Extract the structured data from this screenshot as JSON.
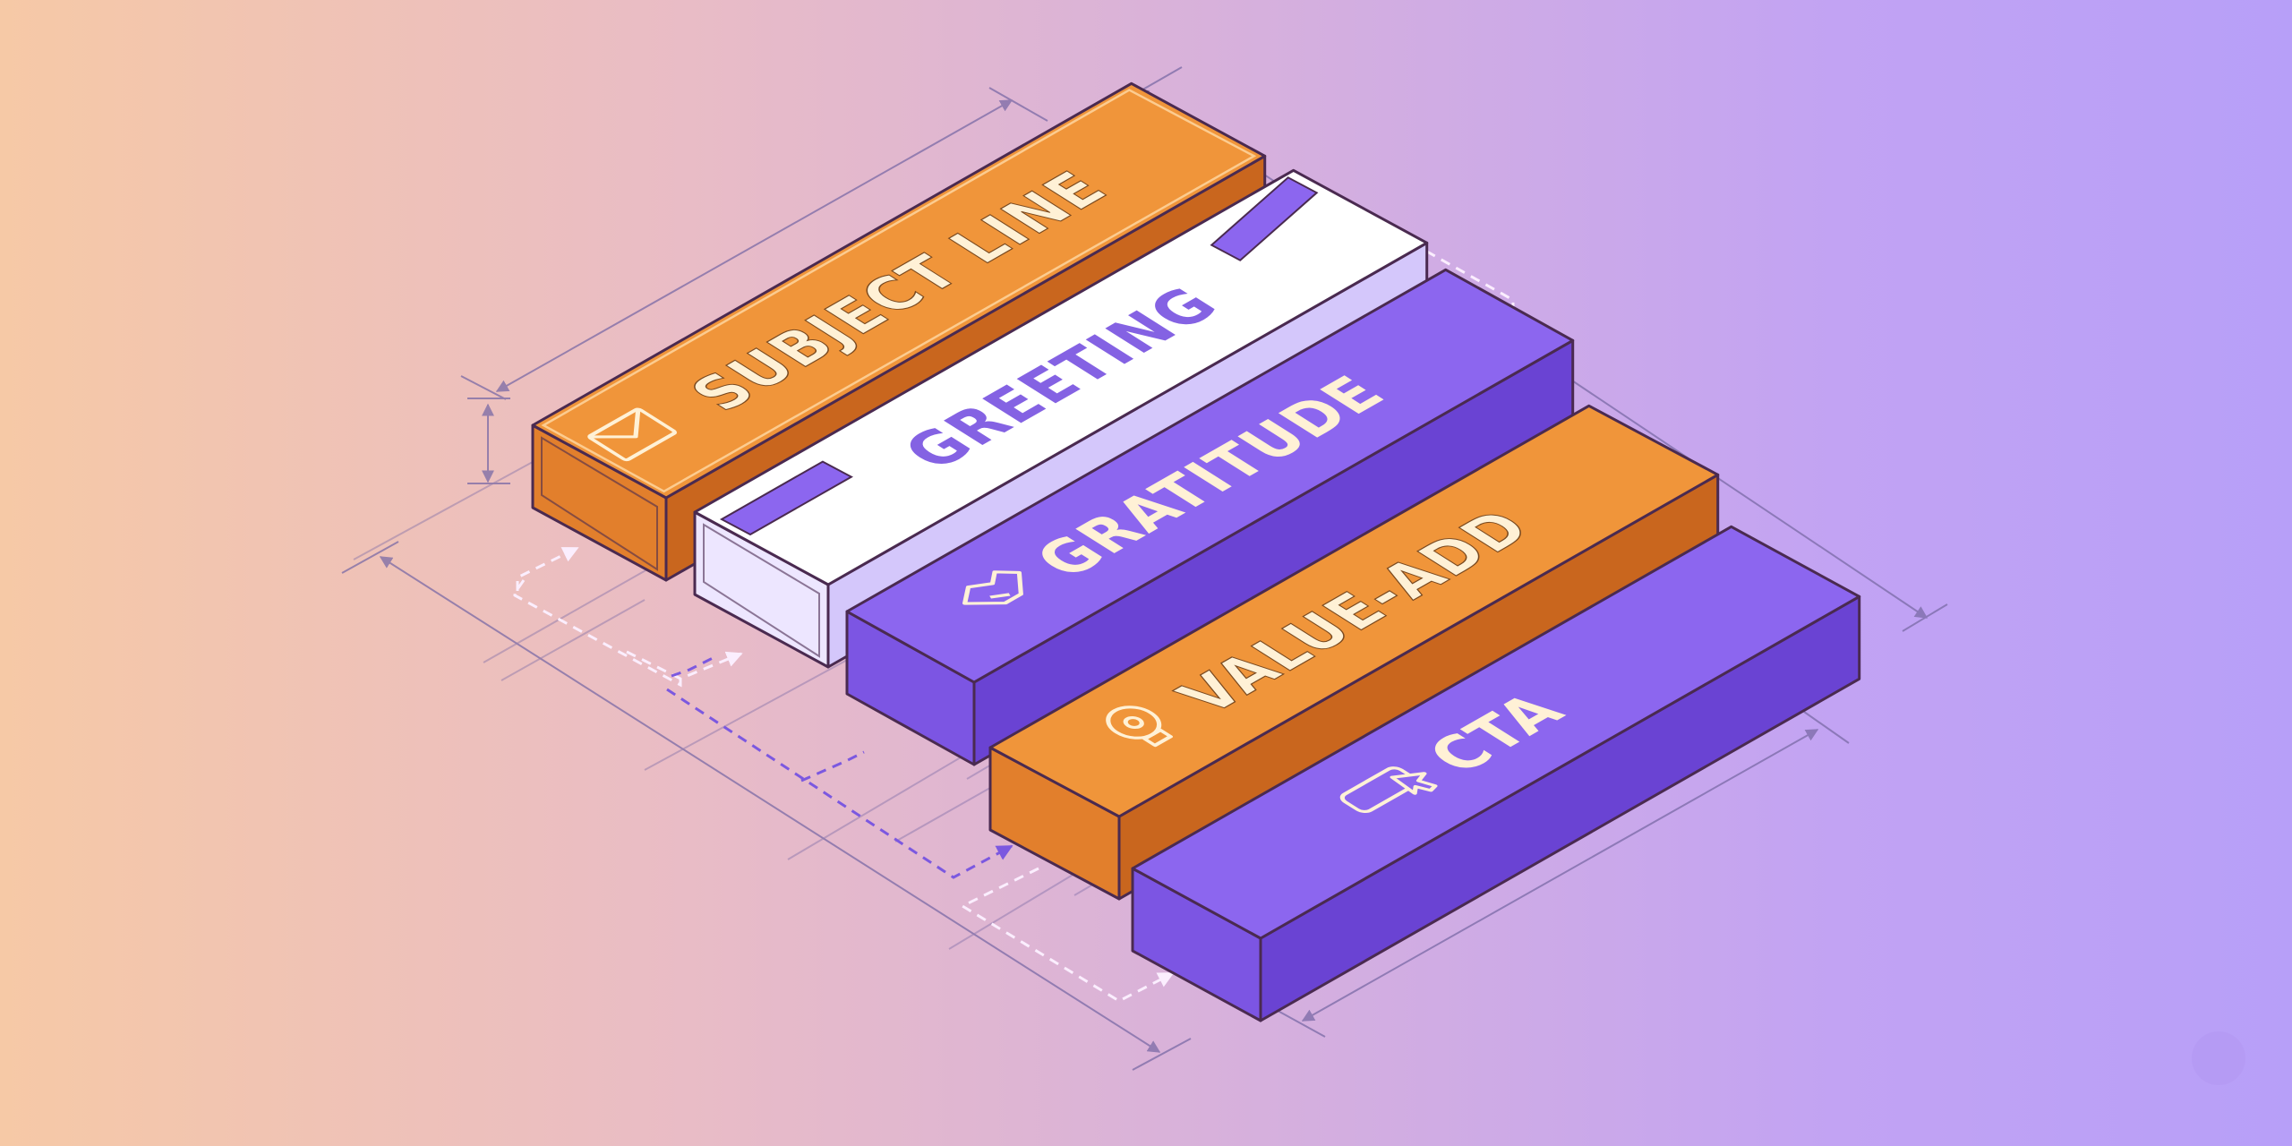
{
  "diagram": {
    "blocks": [
      {
        "id": "subject-line",
        "label": "SUBJECT LINE",
        "icon": "envelope-icon",
        "theme": "orange"
      },
      {
        "id": "greeting",
        "label": "GREETING",
        "icon": "",
        "theme": "white"
      },
      {
        "id": "gratitude",
        "label": "GRATITUDE",
        "icon": "handshake-icon",
        "theme": "purple"
      },
      {
        "id": "value-add",
        "label": "VALUE-ADD",
        "icon": "gear-lightbulb-icon",
        "theme": "orange"
      },
      {
        "id": "cta",
        "label": "CTA",
        "icon": "cursor-button-icon",
        "theme": "purple"
      }
    ],
    "colors": {
      "orange_top": "#f0953a",
      "orange_left": "#e27f2c",
      "orange_right": "#c9661e",
      "white_top": "#ffffff",
      "white_left": "#ede6ff",
      "white_right": "#d4c7fb",
      "purple_top": "#8c66ef",
      "purple_left": "#7c55e3",
      "purple_right": "#6a43d3",
      "outline": "#4a2a50",
      "label_light": "#fff1d6",
      "label_on_white": "#8462e3",
      "dim_line": "#7a6aa6",
      "dash_white": "#fbeefe",
      "dash_purple": "#7b58e0",
      "dash_orange": "#f0953a"
    }
  }
}
